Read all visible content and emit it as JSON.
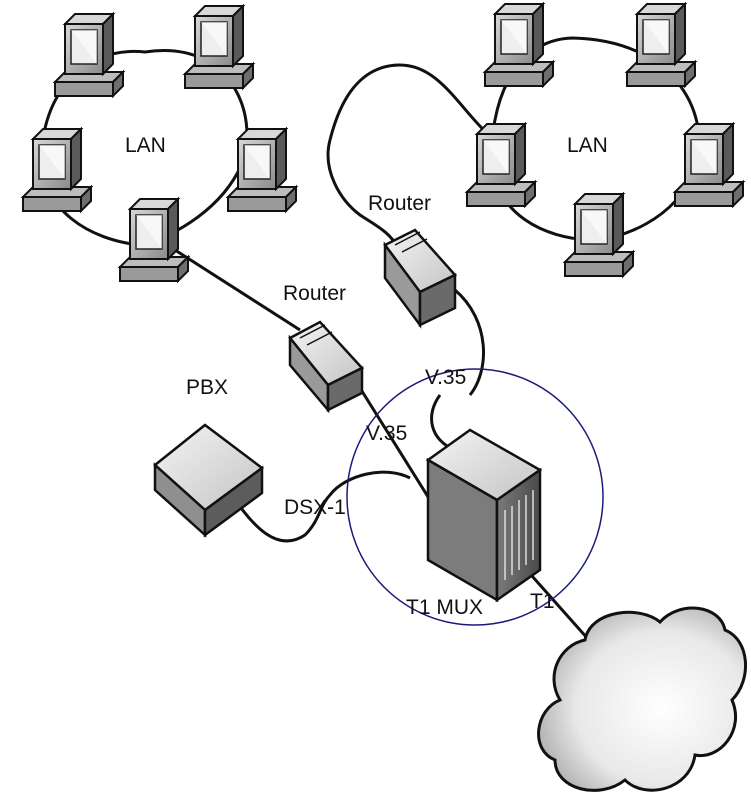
{
  "labels": {
    "lan_left": "LAN",
    "lan_right": "LAN",
    "router_top": "Router",
    "router_mid": "Router",
    "pbx": "PBX",
    "v35_top": "V.35",
    "v35_left": "V.35",
    "dsx1": "DSX-1",
    "t1mux": "T1 MUX",
    "t1": "T1"
  },
  "colors": {
    "highlight_circle": "#1a1a7a"
  },
  "icons": [
    "computer-icon",
    "router-icon",
    "pbx-icon",
    "t1-mux-icon",
    "wan-cloud-icon"
  ]
}
